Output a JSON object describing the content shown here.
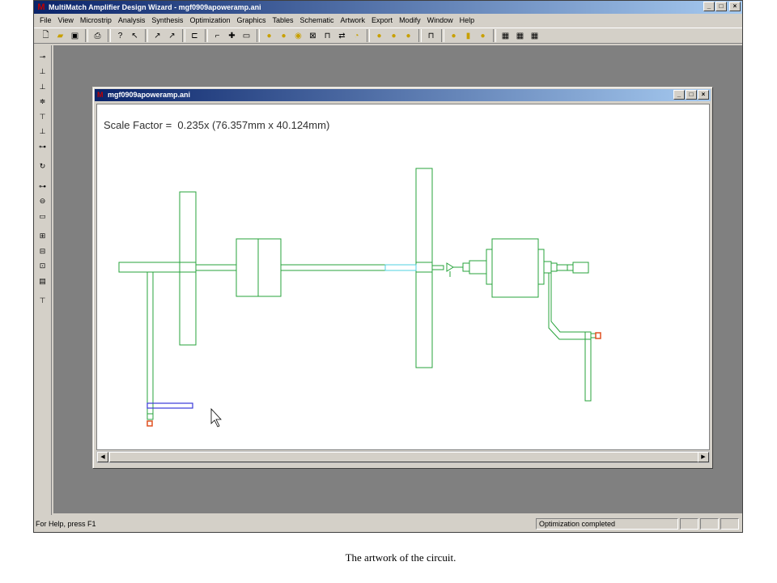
{
  "window": {
    "title": "MultiMatch Amplifier Design Wizard - mgf0909apoweramp.ani"
  },
  "menu": [
    "File",
    "View",
    "Microstrip",
    "Analysis",
    "Synthesis",
    "Optimization",
    "Graphics",
    "Tables",
    "Schematic",
    "Artwork",
    "Export",
    "Modify",
    "Window",
    "Help"
  ],
  "document": {
    "title": "mgf0909apoweramp.ani",
    "scale_factor_label": "Scale Factor =  ",
    "scale_factor_value": "0.235x (76.357mm x 40.124mm)"
  },
  "status": {
    "help_text": "For Help, press F1",
    "message": "Optimization completed"
  },
  "caption": "The artwork of the circuit.",
  "colors": {
    "trace": "#27a33b",
    "selected": "#3a3ad8",
    "port": "#4fd0e0",
    "highlight": "#e05020"
  },
  "icons": {
    "toolbar": [
      "new-file-icon",
      "open-folder-icon",
      "save-icon",
      "print-icon",
      "help-icon",
      "context-help-icon",
      "arrow-tool-icon",
      "arrow-tool-2-icon",
      "layout-icon",
      "line-tool-icon",
      "cross-tool-icon",
      "component-icon",
      "circle-1-icon",
      "circle-2-icon",
      "circle-3-icon",
      "square-x-icon",
      "bracket-icon",
      "equals-icon",
      "graph-icon",
      "y-icon",
      "s-icon",
      "dot-icon",
      "pulse-icon",
      "circle-icon",
      "rect-icon",
      "ellipse-icon",
      "calc-1-icon",
      "calc-2-icon",
      "calc-3-icon"
    ],
    "side": [
      "series-line-icon",
      "shunt-stub-icon",
      "shunt-stub-2-icon",
      "coupled-line-icon",
      "open-stub-icon",
      "short-stub-icon",
      "taper-icon",
      "bend-icon",
      "gap-icon",
      "via-icon",
      "resistor-icon",
      "box-plus-icon",
      "box-minus-icon",
      "box-dot-icon",
      "box-b-icon",
      "tee-icon"
    ]
  }
}
